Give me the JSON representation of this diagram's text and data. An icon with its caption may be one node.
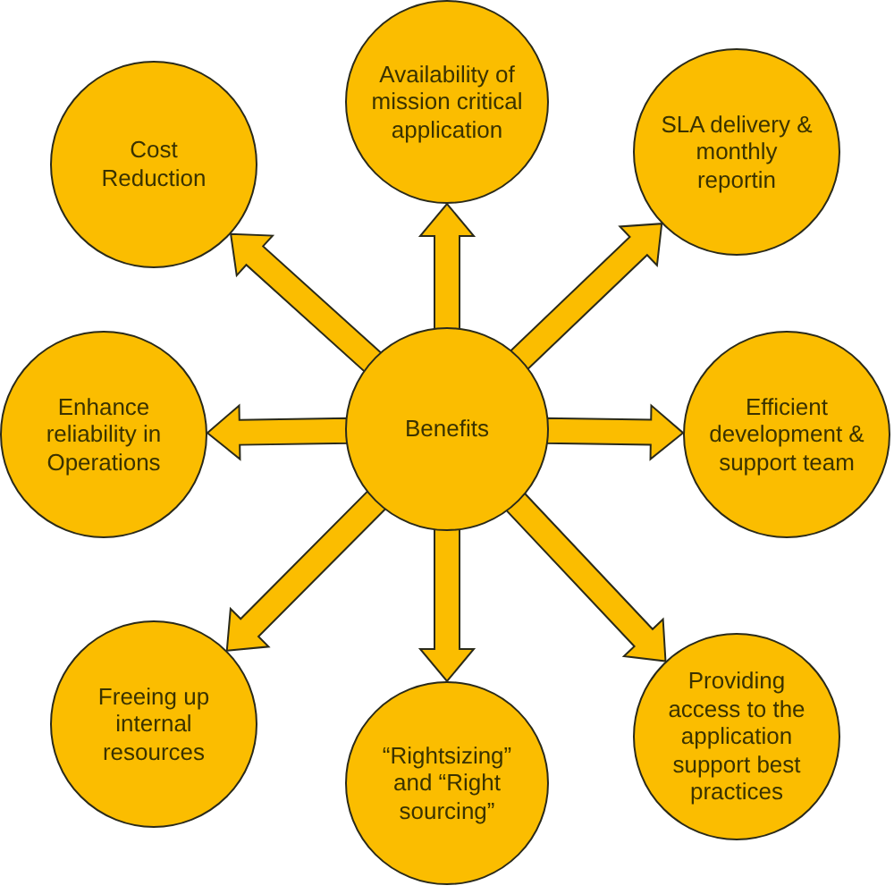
{
  "diagram": {
    "nodes": [
      {
        "text": [
          "Cost Reduction"
        ]
      },
      {
        "text": [
          "Availability of mission critical application"
        ]
      },
      {
        "text": [
          "SLA delivery & monthly reportin"
        ]
      },
      {
        "text": [
          "Enhance reliability in Operations"
        ]
      },
      {
        "text": [
          "Benefits"
        ]
      },
      {
        "text": [
          "Efficient development & support team"
        ]
      },
      {
        "text": [
          "Freeing up internal resources"
        ]
      },
      {
        "text": [
          "“Rightsizing” and “Right sourcing”"
        ]
      },
      {
        "text": [
          "Providing access to the application support best practices"
        ]
      }
    ],
    "edges": [
      {
        "from": 4,
        "to": 0,
        "arrow": "to",
        "style": "thick"
      },
      {
        "from": 4,
        "to": 1,
        "arrow": "to",
        "style": "thick"
      },
      {
        "from": 4,
        "to": 2,
        "arrow": "to",
        "style": "thick"
      },
      {
        "from": 4,
        "to": 3,
        "arrow": "to",
        "style": "thick"
      },
      {
        "from": 4,
        "to": 5,
        "arrow": "to",
        "style": "thick"
      },
      {
        "from": 4,
        "to": 6,
        "arrow": "to",
        "style": "thick"
      },
      {
        "from": 4,
        "to": 7,
        "arrow": "to",
        "style": "thick"
      },
      {
        "from": 4,
        "to": 8,
        "arrow": "to",
        "style": "thick"
      }
    ]
  }
}
